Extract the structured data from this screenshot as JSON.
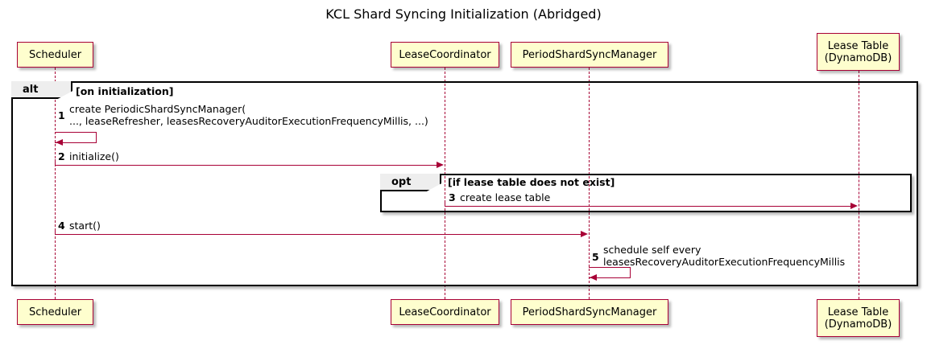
{
  "diagram": {
    "type": "uml-sequence-diagram",
    "title": "KCL Shard Syncing Initialization (Abridged)",
    "participants": [
      {
        "id": "scheduler",
        "label": "Scheduler"
      },
      {
        "id": "lease_coordinator",
        "label": "LeaseCoordinator"
      },
      {
        "id": "period_shard_sync_manager",
        "label": "PeriodShardSyncManager"
      },
      {
        "id": "lease_table",
        "label": "Lease Table\n(DynamoDB)"
      }
    ],
    "fragments": [
      {
        "id": "alt",
        "keyword": "alt",
        "condition": "[on initialization]"
      },
      {
        "id": "opt",
        "keyword": "opt",
        "condition": "[if lease table does not exist]"
      }
    ],
    "messages": [
      {
        "num": "1",
        "from": "scheduler",
        "to": "scheduler",
        "kind": "self",
        "text": "create PeriodicShardSyncManager(\n    ..., leaseRefresher, leasesRecoveryAuditorExecutionFrequencyMillis, ...)"
      },
      {
        "num": "2",
        "from": "scheduler",
        "to": "lease_coordinator",
        "kind": "call",
        "text": "initialize()"
      },
      {
        "num": "3",
        "from": "lease_coordinator",
        "to": "lease_table",
        "kind": "call",
        "text": "create lease table"
      },
      {
        "num": "4",
        "from": "scheduler",
        "to": "period_shard_sync_manager",
        "kind": "call",
        "text": "start()"
      },
      {
        "num": "5",
        "from": "period_shard_sync_manager",
        "to": "period_shard_sync_manager",
        "kind": "self",
        "text": "schedule self every\n  leasesRecoveryAuditorExecutionFrequencyMillis"
      }
    ],
    "colors": {
      "participant_fill": "#FEFECE",
      "participant_border": "#A80036",
      "arrow": "#A80036",
      "frame_border": "#000000",
      "frame_label_fill": "#EEEEEE",
      "background": "#FFFFFF",
      "text": "#000000"
    }
  }
}
